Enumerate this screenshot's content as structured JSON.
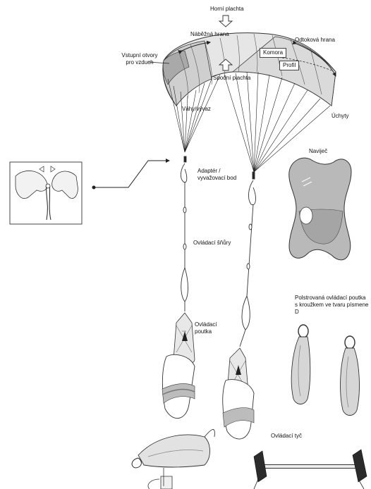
{
  "labels": {
    "horni_plachta": "Horní plachta",
    "nabezna_hrana": "Náběžná hrana",
    "odtokova_hrana": "Odtoková hrana",
    "komora": "Komora",
    "profil": "Profil",
    "vstupni_otvory": "Vstupní otvory pro vzduch",
    "spodni_plachta": "Spodní plachta",
    "vahy_vyvaz": "Váhy/vývaz",
    "uchyty": "Úchyty",
    "adapter": "Adaptér / vyvažovací bod",
    "navijec": "Naviječ",
    "ovladaci_snury": "Ovládací šňůry",
    "ovladaci_poutka": "Ovládací poutka",
    "polstrovana_poutka": "Polstrovaná ovládací poutka s kroužkem ve tvaru písmene D",
    "ovladaci_tyc": "Ovládací tyč"
  },
  "colors": {
    "canopy_light": "#e6e6e6",
    "canopy_mid": "#cfcfcf",
    "canopy_dark": "#a9a9a9",
    "line": "#333333",
    "winder": "#b9b9b9",
    "bar_end": "#2b2b2b"
  }
}
